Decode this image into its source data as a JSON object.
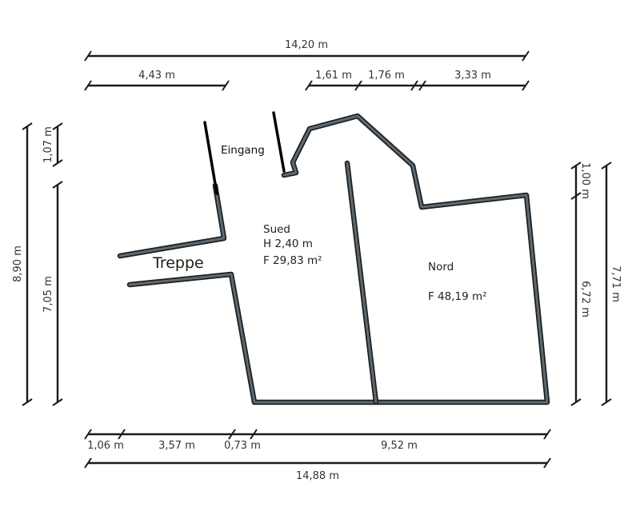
{
  "dimensions": {
    "top_total": "14,20 m",
    "top_left": "4,43 m",
    "top_mid_a": "1,61 m",
    "top_mid_b": "1,76 m",
    "top_right": "3,33 m",
    "left_outer": "8,90 m",
    "left_top": "1,07 m",
    "left_lower": "7,05 m",
    "right_outer": "7,71 m",
    "right_top": "1,00 m",
    "right_lower": "6,72 m",
    "bottom_a": "1,06 m",
    "bottom_b": "3,57 m",
    "bottom_c": "0,73 m",
    "bottom_d": "9,52 m",
    "bottom_total": "14,88 m"
  },
  "rooms": {
    "sued": {
      "name": "Sued",
      "height": "H 2,40 m",
      "area": "F 29,83 m²"
    },
    "nord": {
      "name": "Nord",
      "area": "F 48,19 m²"
    }
  },
  "labels": {
    "entrance": "Eingang",
    "stairs": "Treppe"
  }
}
